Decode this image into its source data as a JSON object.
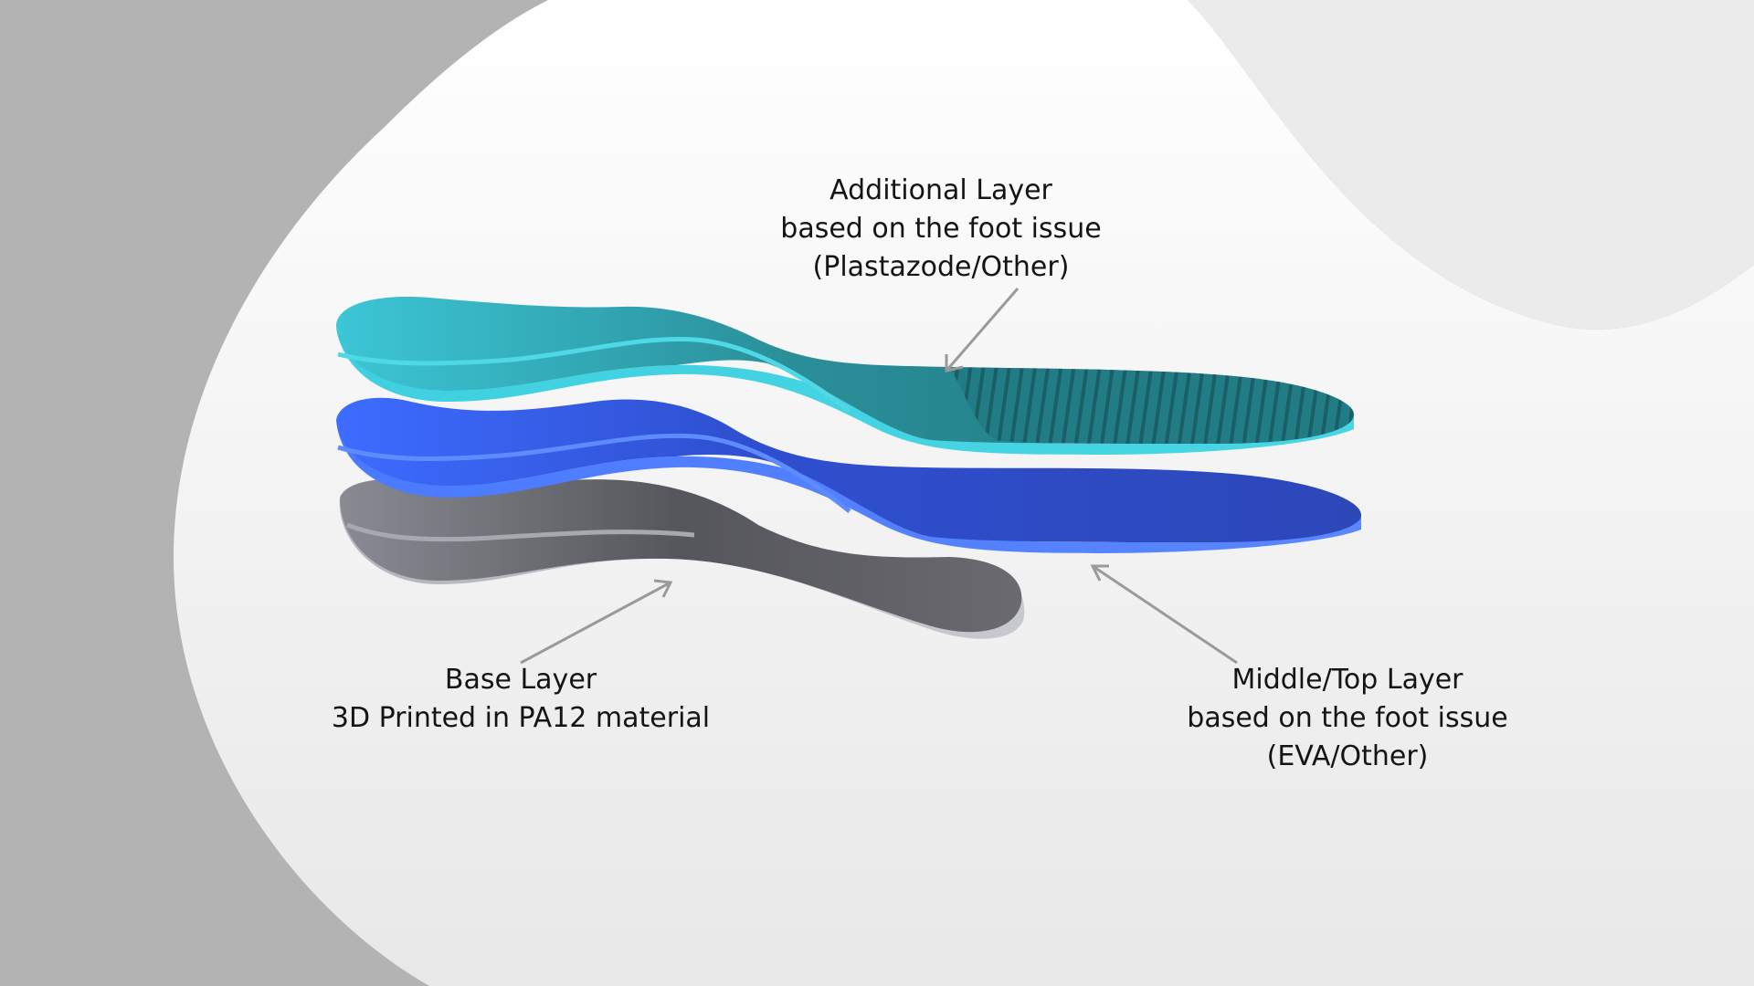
{
  "labels": {
    "additional": {
      "line1": "Additional Layer",
      "line2": "based on the foot issue",
      "line3": "(Plastazode/Other)"
    },
    "base": {
      "line1": "Base Layer",
      "line2": "3D Printed in PA12 material"
    },
    "middle": {
      "line1": "Middle/Top Layer",
      "line2": "based on the foot issue",
      "line3": "(EVA/Other)"
    }
  },
  "colors": {
    "background_dark": "#a8a8a8",
    "blob_light": "#f3f3f3",
    "additional_layer": "#2aaab8",
    "middle_layer": "#2f4fc8",
    "base_layer": "#6e6e74",
    "arrow": "#9a9a9a",
    "text": "#141414"
  }
}
